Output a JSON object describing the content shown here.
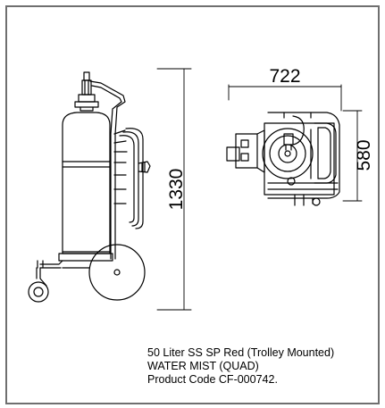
{
  "dimensions": {
    "height_side": "1330",
    "width_top": "722",
    "depth_top": "580"
  },
  "caption": {
    "line1": "50 Liter SS SP Red (Trolley Mounted)",
    "line2": "WATER MIST (QUAD)",
    "line3": "Product Code  CF-000742."
  }
}
